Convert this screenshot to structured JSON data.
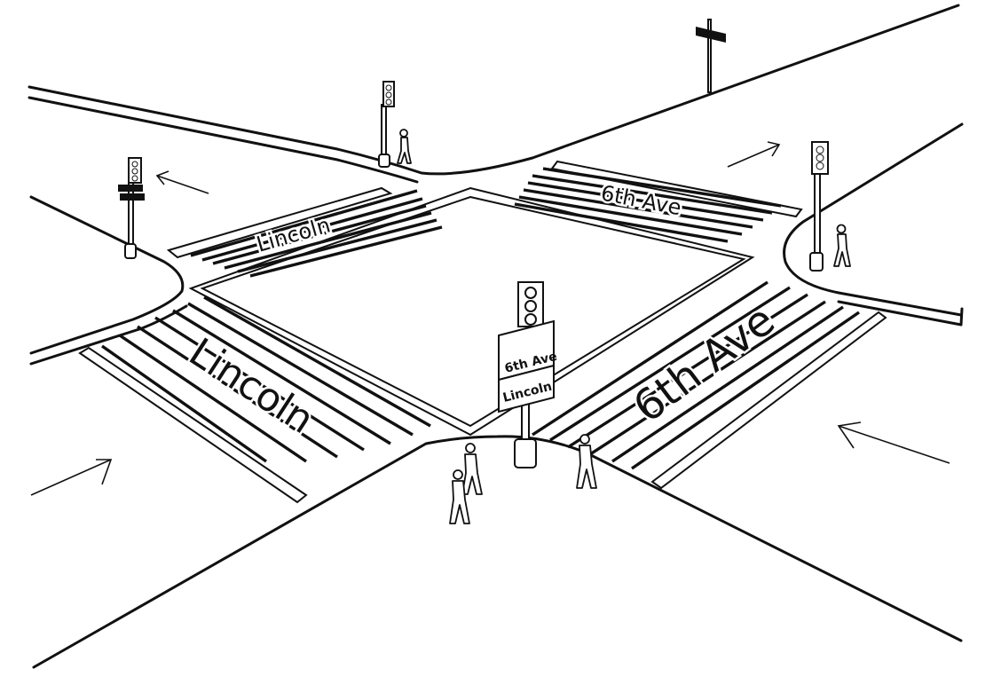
{
  "street_names": {
    "avenue": "6th Ave",
    "street": "Lincoln"
  },
  "crosswalk_labels": {
    "near_left": "Lincoln",
    "far_left": "Lincoln",
    "near_right": "6th Ave",
    "far_right": "6th Ave"
  },
  "center_signal_signs": {
    "top": "6th Ave",
    "bottom": "Lincoln"
  },
  "icons": {
    "traffic_light": "traffic-light-icon",
    "pedestrian": "pedestrian-icon",
    "arrow": "direction-arrow-icon"
  },
  "colors": {
    "ink": "#111111",
    "paper": "#ffffff"
  }
}
